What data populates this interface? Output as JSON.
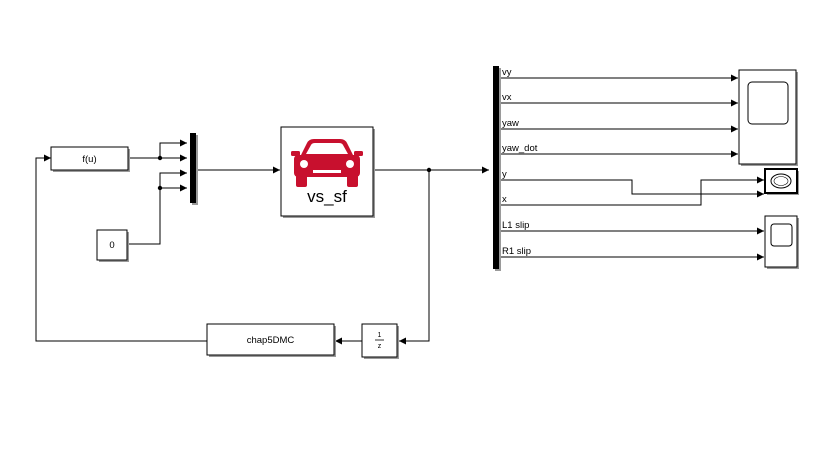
{
  "blocks": {
    "fcn": {
      "label": "f(u)"
    },
    "constant": {
      "label": "0"
    },
    "vehicle": {
      "label": "vs_sf",
      "icon": "car-icon",
      "icon_color": "#c8102e"
    },
    "unit_delay": {
      "numerator": "1",
      "denominator": "z"
    },
    "controller": {
      "label": "chap5DMC"
    }
  },
  "bus_signals": [
    "vy",
    "vx",
    "yaw",
    "yaw_dot",
    "y",
    "x",
    "L1 slip",
    "R1 slip"
  ],
  "scopes": [
    "scope-1",
    "xy-graph",
    "scope-2"
  ]
}
